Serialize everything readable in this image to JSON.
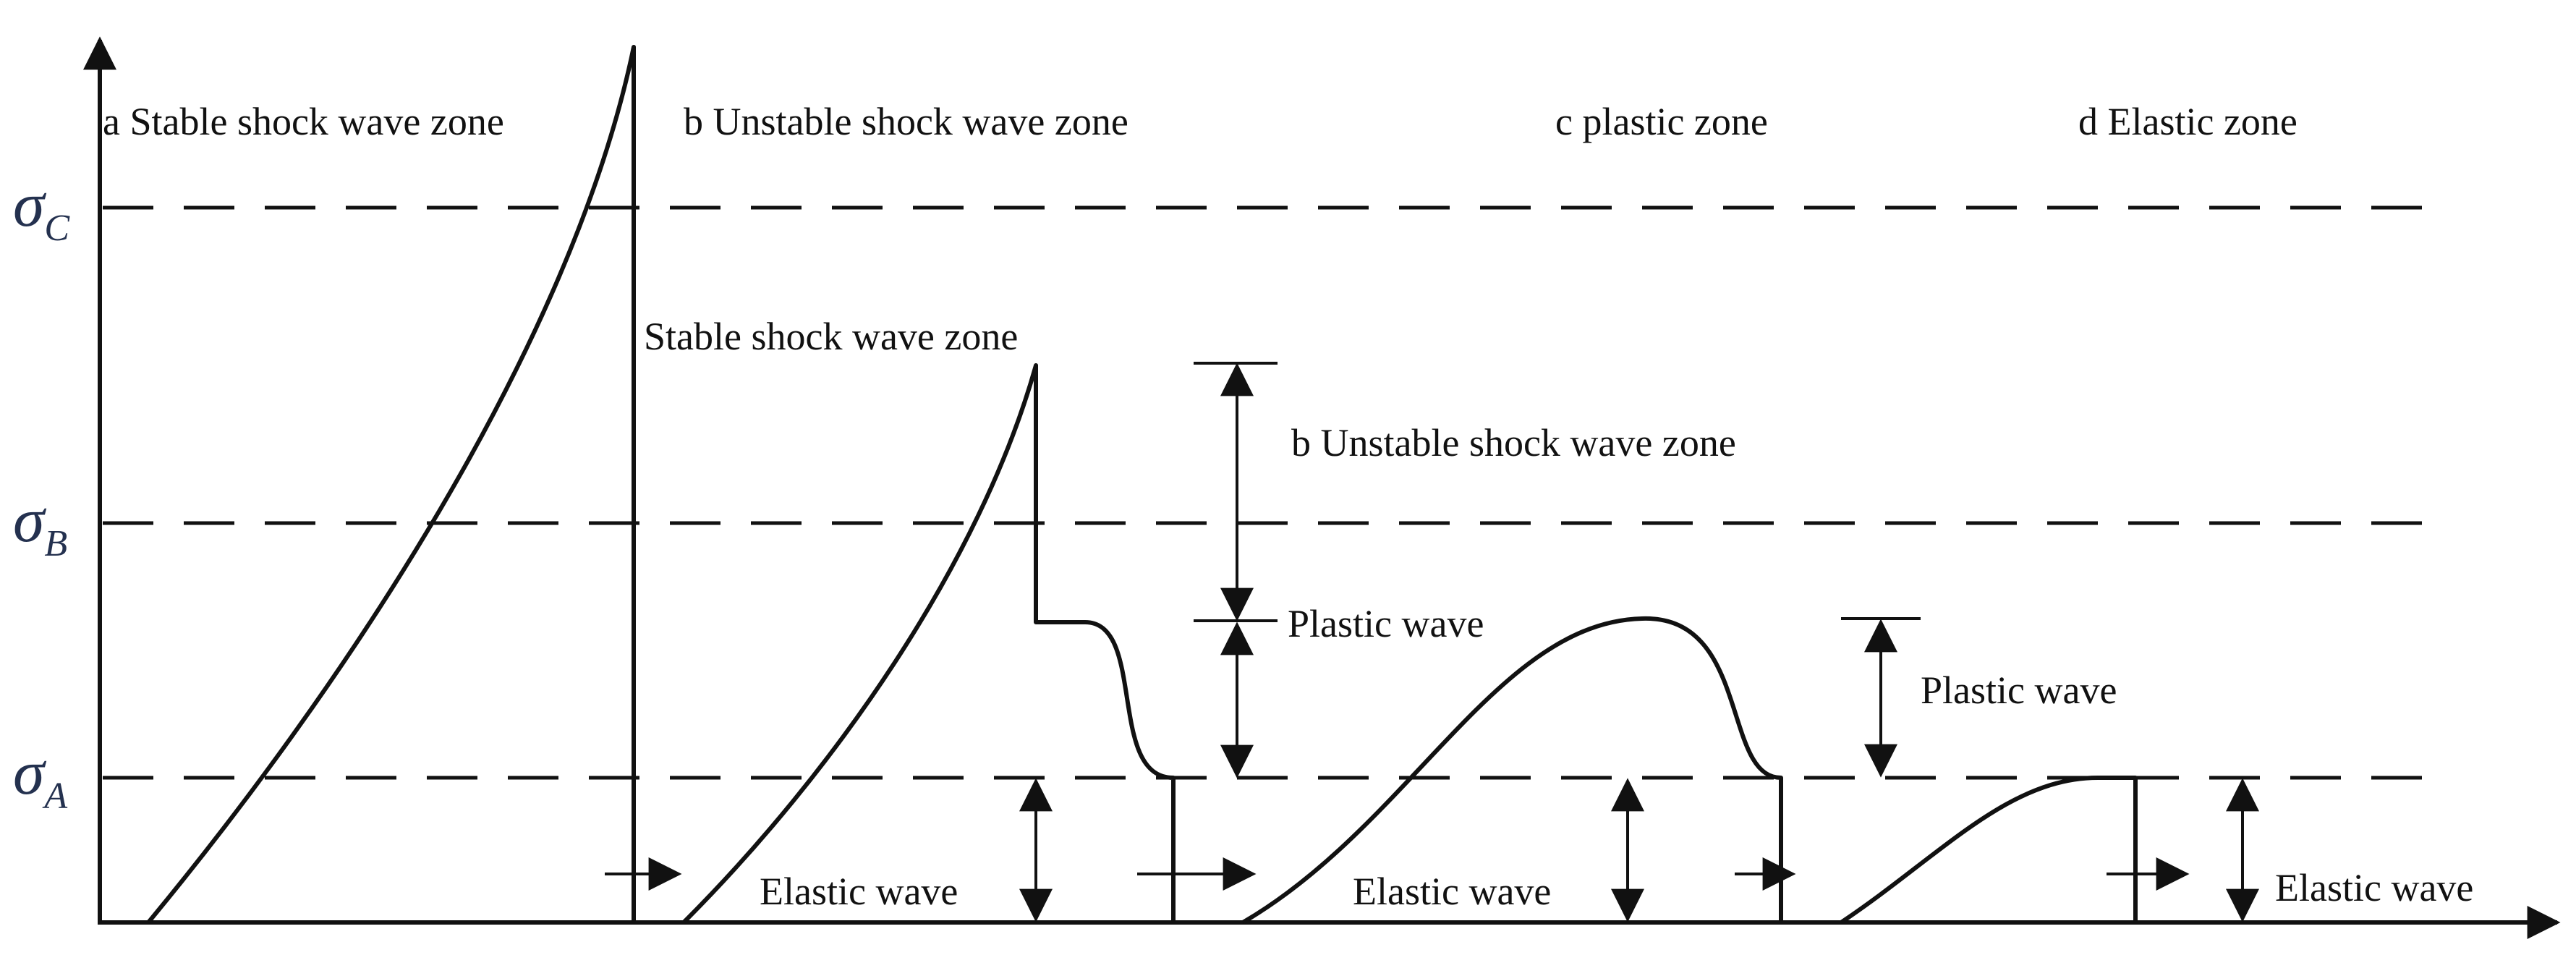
{
  "colors": {
    "line": "#111111",
    "sigma": "#24314f",
    "background": "#ffffff"
  },
  "levels": {
    "sigma_c": {
      "symbol": "σ",
      "subscript": "C"
    },
    "sigma_b": {
      "symbol": "σ",
      "subscript": "B"
    },
    "sigma_a": {
      "symbol": "σ",
      "subscript": "A"
    }
  },
  "zones": {
    "a": "a Stable shock wave zone",
    "b": "b Unstable shock wave zone",
    "c": "c plastic zone",
    "d": "d Elastic zone"
  },
  "annotations": {
    "stable_shock": "Stable shock wave zone",
    "unstable_shock": "b Unstable shock wave zone",
    "plastic_wave_1": "Plastic wave",
    "plastic_wave_2": "Plastic wave",
    "elastic_wave_1": "Elastic wave",
    "elastic_wave_2": "Elastic wave",
    "elastic_wave_3": "Elastic wave"
  }
}
